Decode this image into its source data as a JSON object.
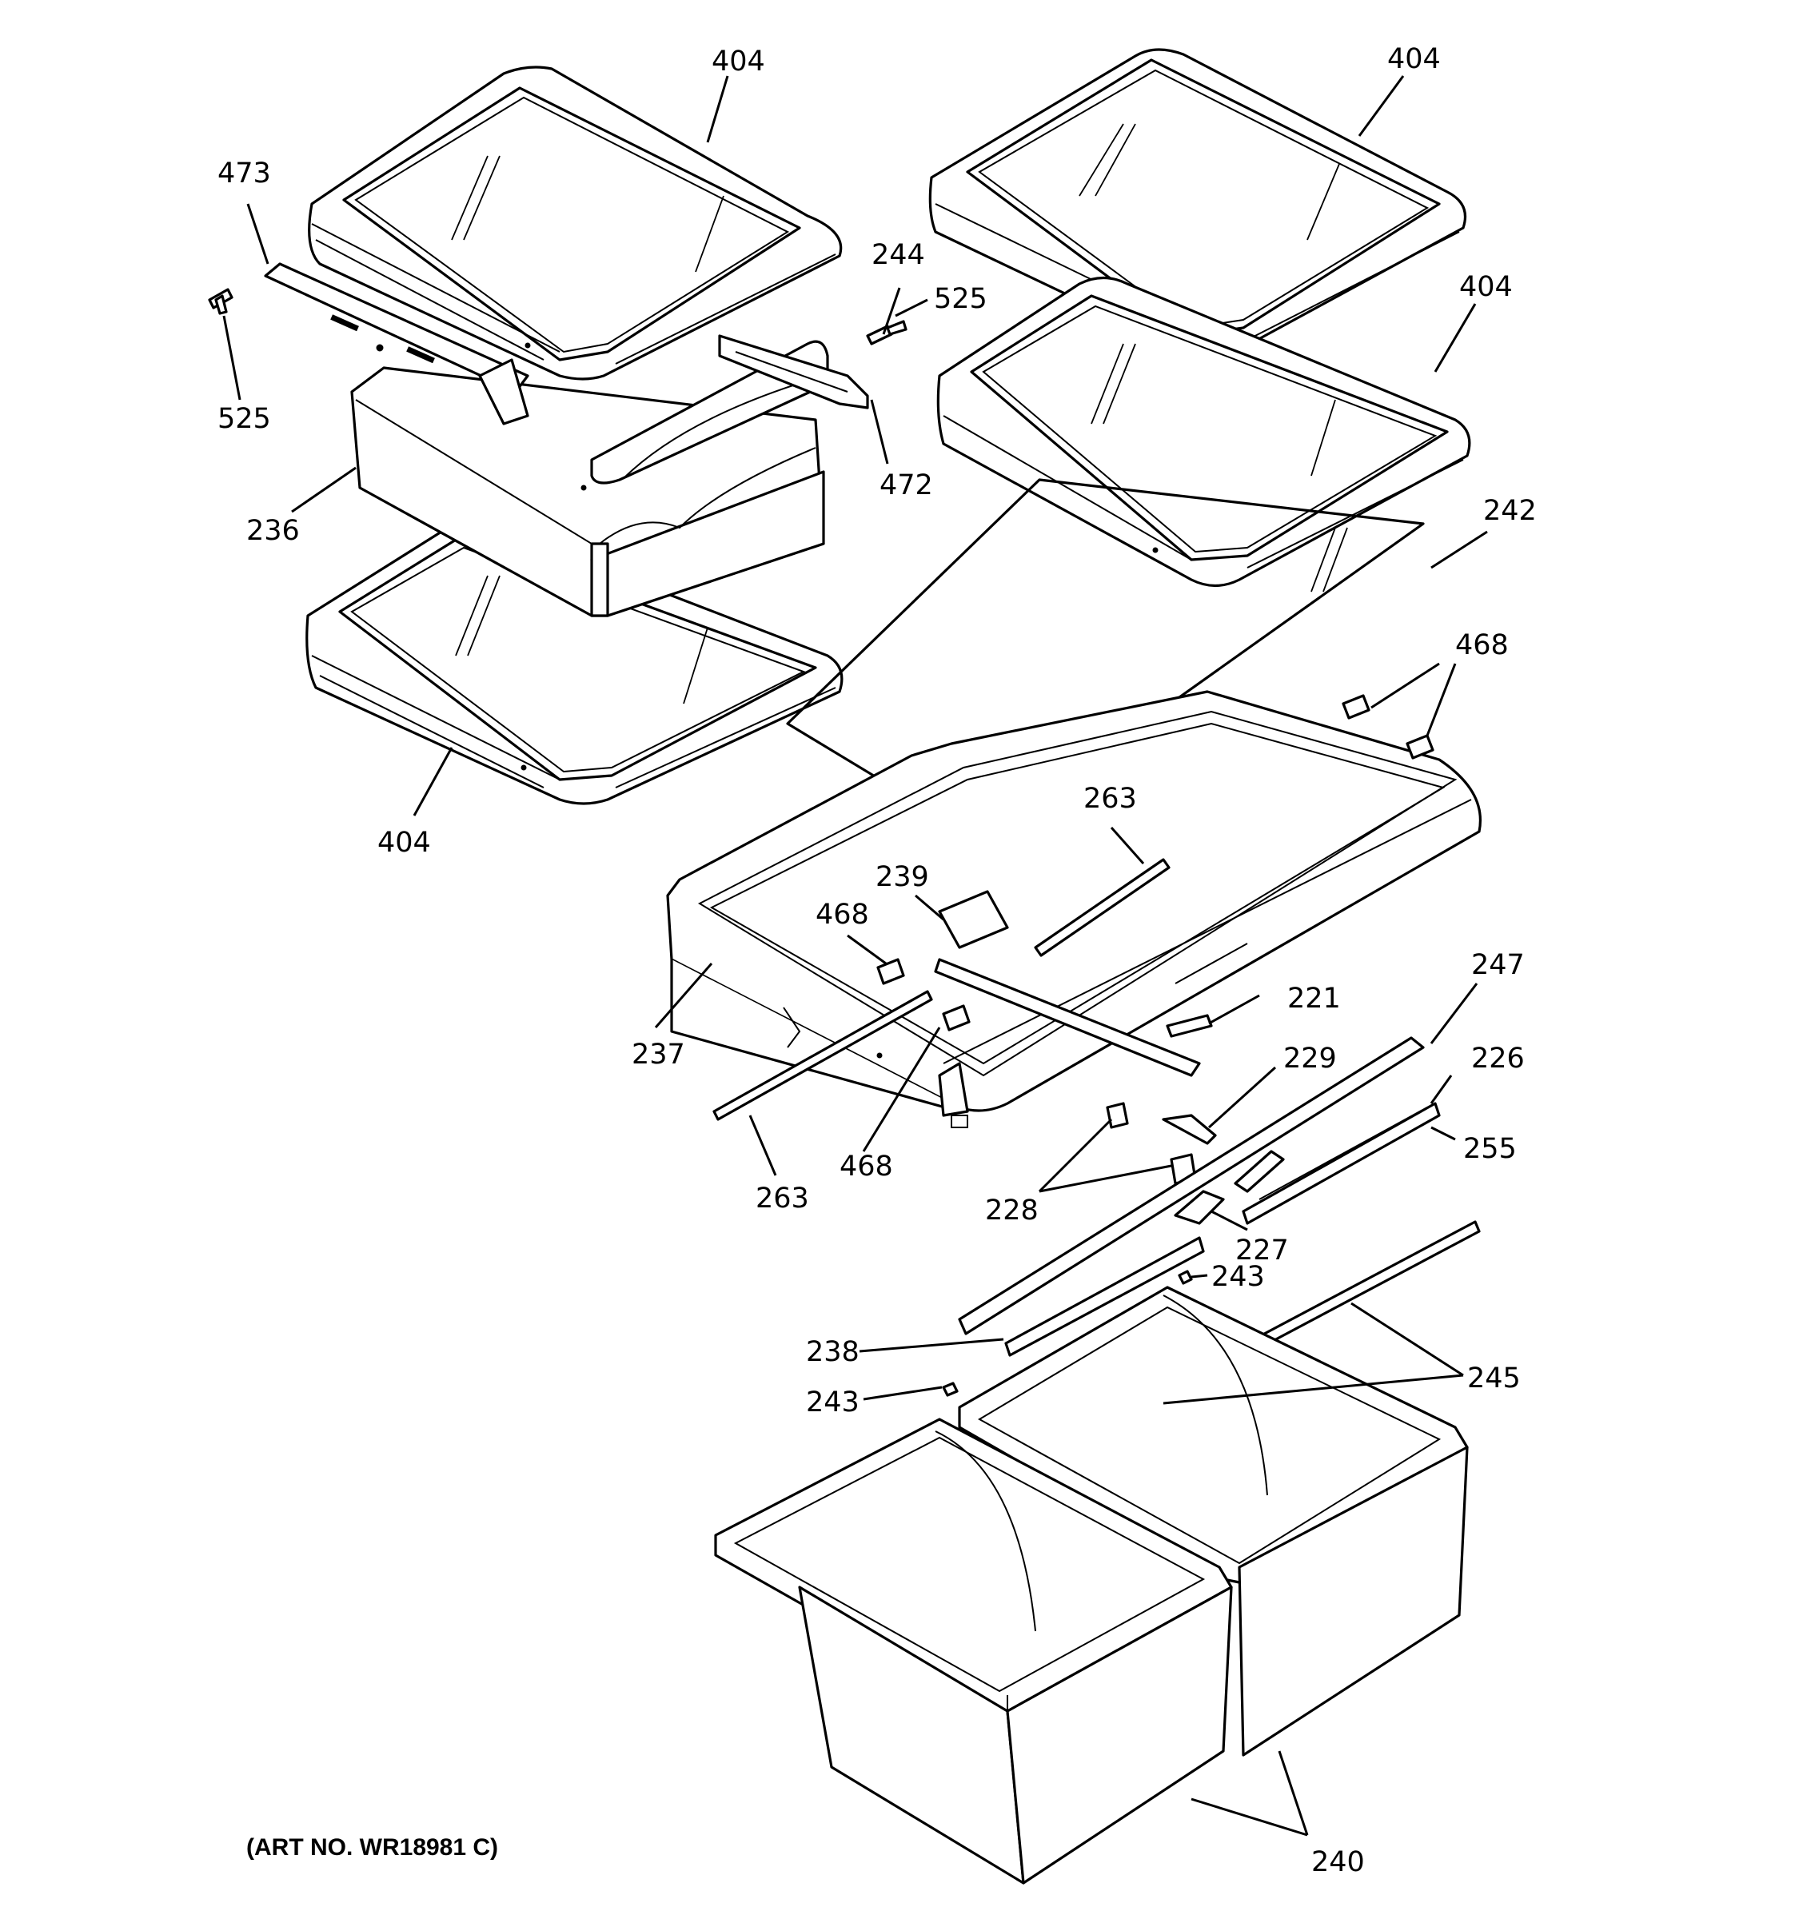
{
  "diagram": {
    "art_number": "(ART NO. WR18981 C)",
    "labels": {
      "404_a": "404",
      "404_b": "404",
      "404_c": "404",
      "404_d": "404",
      "473": "473",
      "525_a": "525",
      "525_b": "525",
      "244": "244",
      "472": "472",
      "236": "236",
      "242": "242",
      "468_a": "468",
      "468_b": "468",
      "468_c": "468",
      "263_a": "263",
      "263_b": "263",
      "239": "239",
      "237": "237",
      "221": "221",
      "247": "247",
      "229": "229",
      "226": "226",
      "255": "255",
      "228": "228",
      "227": "227",
      "243_a": "243",
      "243_b": "243",
      "238": "238",
      "245": "245",
      "240": "240"
    }
  }
}
